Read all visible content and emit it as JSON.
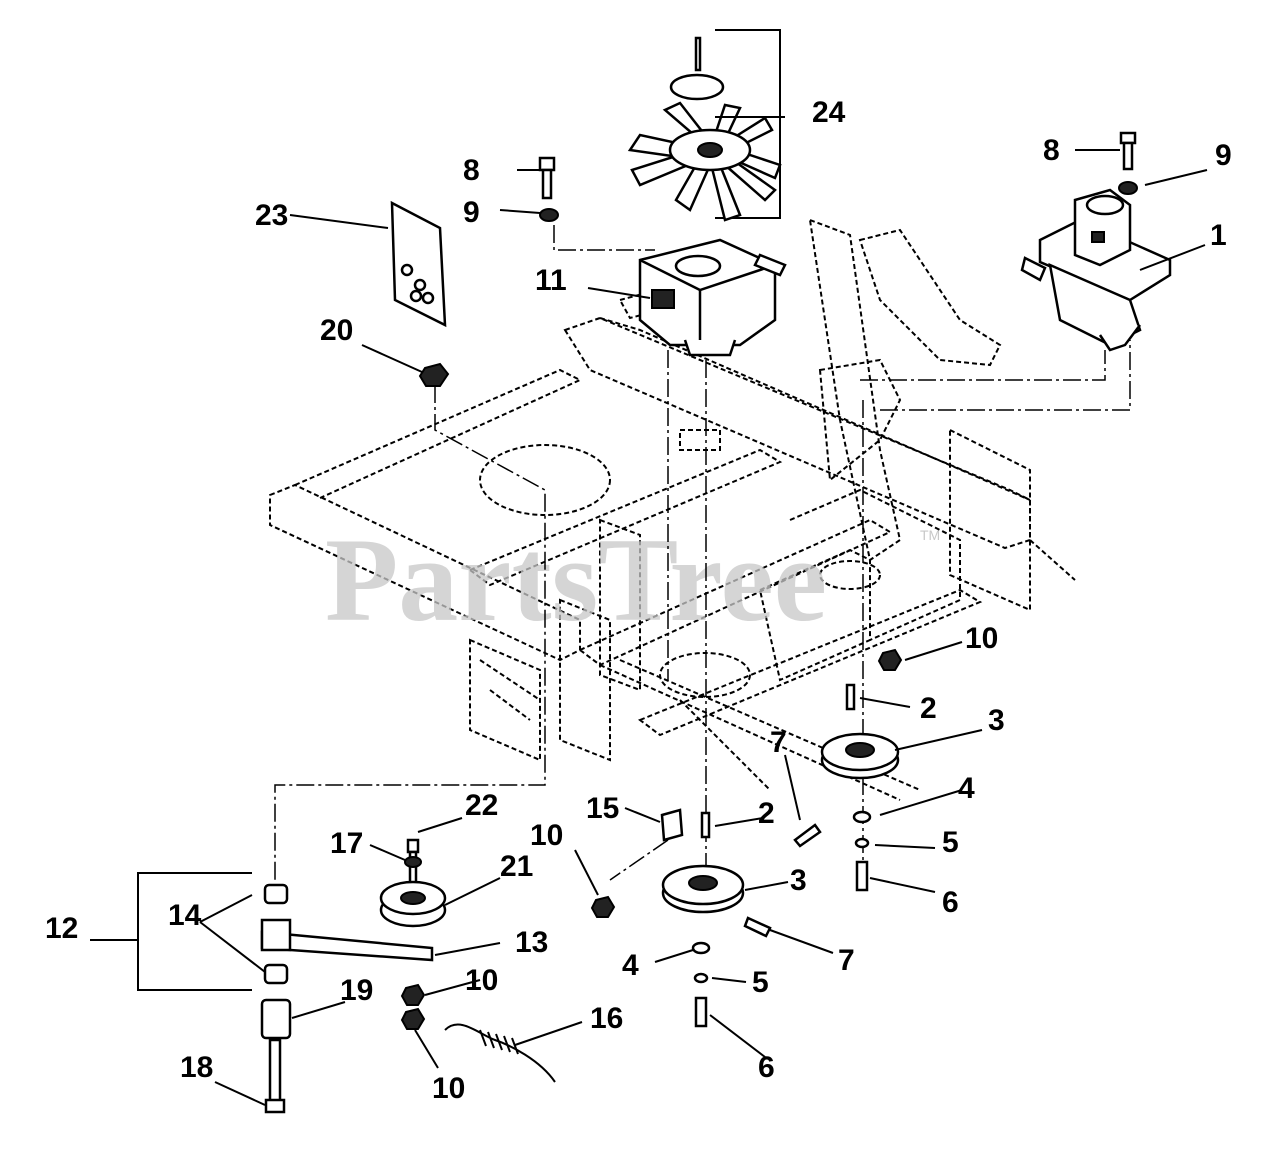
{
  "watermark": {
    "text": "PartsTree",
    "trademark": "TM"
  },
  "labels": [
    {
      "id": "1",
      "text": "1"
    },
    {
      "id": "2a",
      "text": "2"
    },
    {
      "id": "2b",
      "text": "2"
    },
    {
      "id": "3a",
      "text": "3"
    },
    {
      "id": "3b",
      "text": "3"
    },
    {
      "id": "4a",
      "text": "4"
    },
    {
      "id": "4b",
      "text": "4"
    },
    {
      "id": "5a",
      "text": "5"
    },
    {
      "id": "5b",
      "text": "5"
    },
    {
      "id": "6a",
      "text": "6"
    },
    {
      "id": "6b",
      "text": "6"
    },
    {
      "id": "7a",
      "text": "7"
    },
    {
      "id": "7b",
      "text": "7"
    },
    {
      "id": "8a",
      "text": "8"
    },
    {
      "id": "8b",
      "text": "8"
    },
    {
      "id": "9a",
      "text": "9"
    },
    {
      "id": "9b",
      "text": "9"
    },
    {
      "id": "10a",
      "text": "10"
    },
    {
      "id": "10b",
      "text": "10"
    },
    {
      "id": "10c",
      "text": "10"
    },
    {
      "id": "10d",
      "text": "10"
    },
    {
      "id": "11",
      "text": "11"
    },
    {
      "id": "12",
      "text": "12"
    },
    {
      "id": "13",
      "text": "13"
    },
    {
      "id": "14",
      "text": "14"
    },
    {
      "id": "15",
      "text": "15"
    },
    {
      "id": "16",
      "text": "16"
    },
    {
      "id": "17",
      "text": "17"
    },
    {
      "id": "18",
      "text": "18"
    },
    {
      "id": "19",
      "text": "19"
    },
    {
      "id": "20",
      "text": "20"
    },
    {
      "id": "21",
      "text": "21"
    },
    {
      "id": "22",
      "text": "22"
    },
    {
      "id": "23",
      "text": "23"
    },
    {
      "id": "24",
      "text": "24"
    }
  ]
}
